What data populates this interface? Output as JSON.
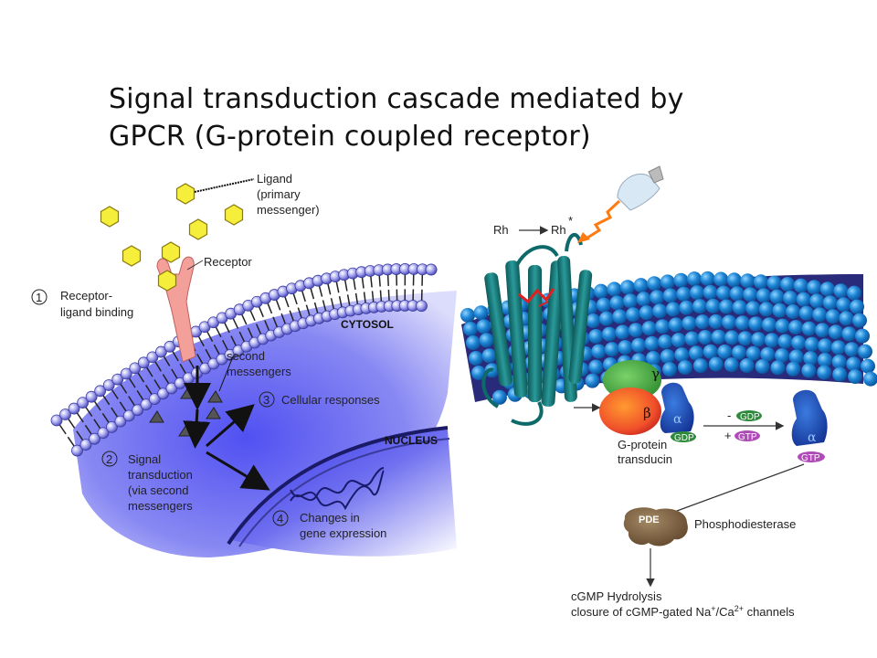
{
  "title": {
    "line1": "Signal transduction cascade mediated by",
    "line2": "GPCR (G-protein coupled receptor)"
  },
  "left_panel": {
    "ligand_label": [
      "Ligand",
      "(primary",
      "messenger)"
    ],
    "receptor_label": "Receptor",
    "step1": {
      "num": "1",
      "lines": [
        "Receptor-",
        "ligand binding"
      ]
    },
    "cytosol": "CYTOSOL",
    "second_messengers": [
      "second",
      "messengers"
    ],
    "step3": {
      "num": "3",
      "lines": [
        "Cellular responses"
      ]
    },
    "nucleus": "NUCLEUS",
    "step2": {
      "num": "2",
      "lines": [
        "Signal",
        "transduction",
        "(via second",
        "messengers"
      ]
    },
    "step4": {
      "num": "4",
      "lines": [
        "Changes in",
        "gene expression"
      ]
    }
  },
  "right_panel": {
    "rh": "Rh",
    "rh_star": "Rh",
    "star": "*",
    "gamma": "γ",
    "beta": "β",
    "alpha": "α",
    "gdp": "GDP",
    "gtp": "GTP",
    "minus": "-",
    "plus": "+",
    "gprotein": [
      "G-protein",
      "transducin"
    ],
    "pde": "PDE",
    "phosphodiesterase": "Phosphodiesterase",
    "hydrolysis": "cGMP Hydrolysis",
    "closure_a": "closure of cGMP-gated Na",
    "closure_sup1": "+",
    "closure_b": "/Ca",
    "closure_sup2": "2+",
    "closure_c": " channels"
  }
}
